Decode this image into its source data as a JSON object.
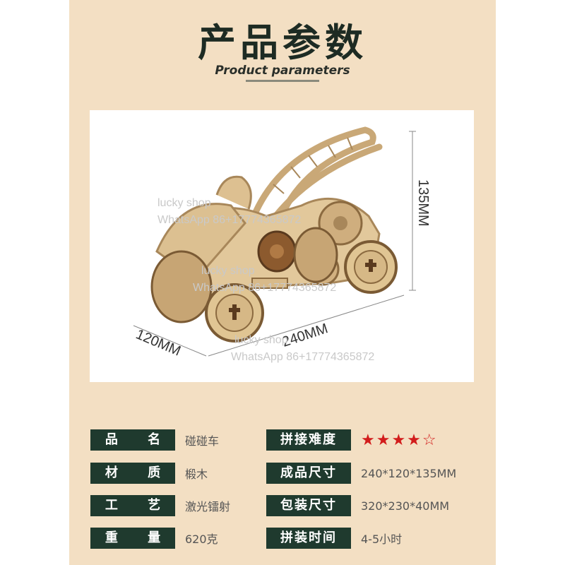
{
  "header": {
    "title": "产品参数",
    "subtitle": "Product parameters"
  },
  "image": {
    "dim_length": "240MM",
    "dim_width": "120MM",
    "dim_height": "135MM",
    "watermark_1": "lucky shop",
    "watermark_2": "WhatsApp 86+17774365872",
    "watermark_3": "lucky shop",
    "watermark_4": "WhatsApp 86+17774365872",
    "watermark_5": "lucky shop",
    "watermark_6": "WhatsApp 86+17774365872"
  },
  "params": {
    "left": [
      {
        "label": "品 名",
        "value": "碰碰车"
      },
      {
        "label": "材 质",
        "value": "椴木"
      },
      {
        "label": "工 艺",
        "value": "激光镭射"
      },
      {
        "label": "重 量",
        "value": "620克"
      }
    ],
    "right": [
      {
        "label": "拼接难度",
        "value": "★★★★☆"
      },
      {
        "label": "成品尺寸",
        "value": "240*120*135MM"
      },
      {
        "label": "包装尺寸",
        "value": "320*230*40MM"
      },
      {
        "label": "拼装时间",
        "value": "4-5小时"
      }
    ],
    "difficulty_rating": 4,
    "difficulty_max": 5
  },
  "colors": {
    "panel_bg": "#f3dfc3",
    "label_bg": "#1f3a2e",
    "star_red": "#d21c1c",
    "wood": "#e2c89b"
  }
}
